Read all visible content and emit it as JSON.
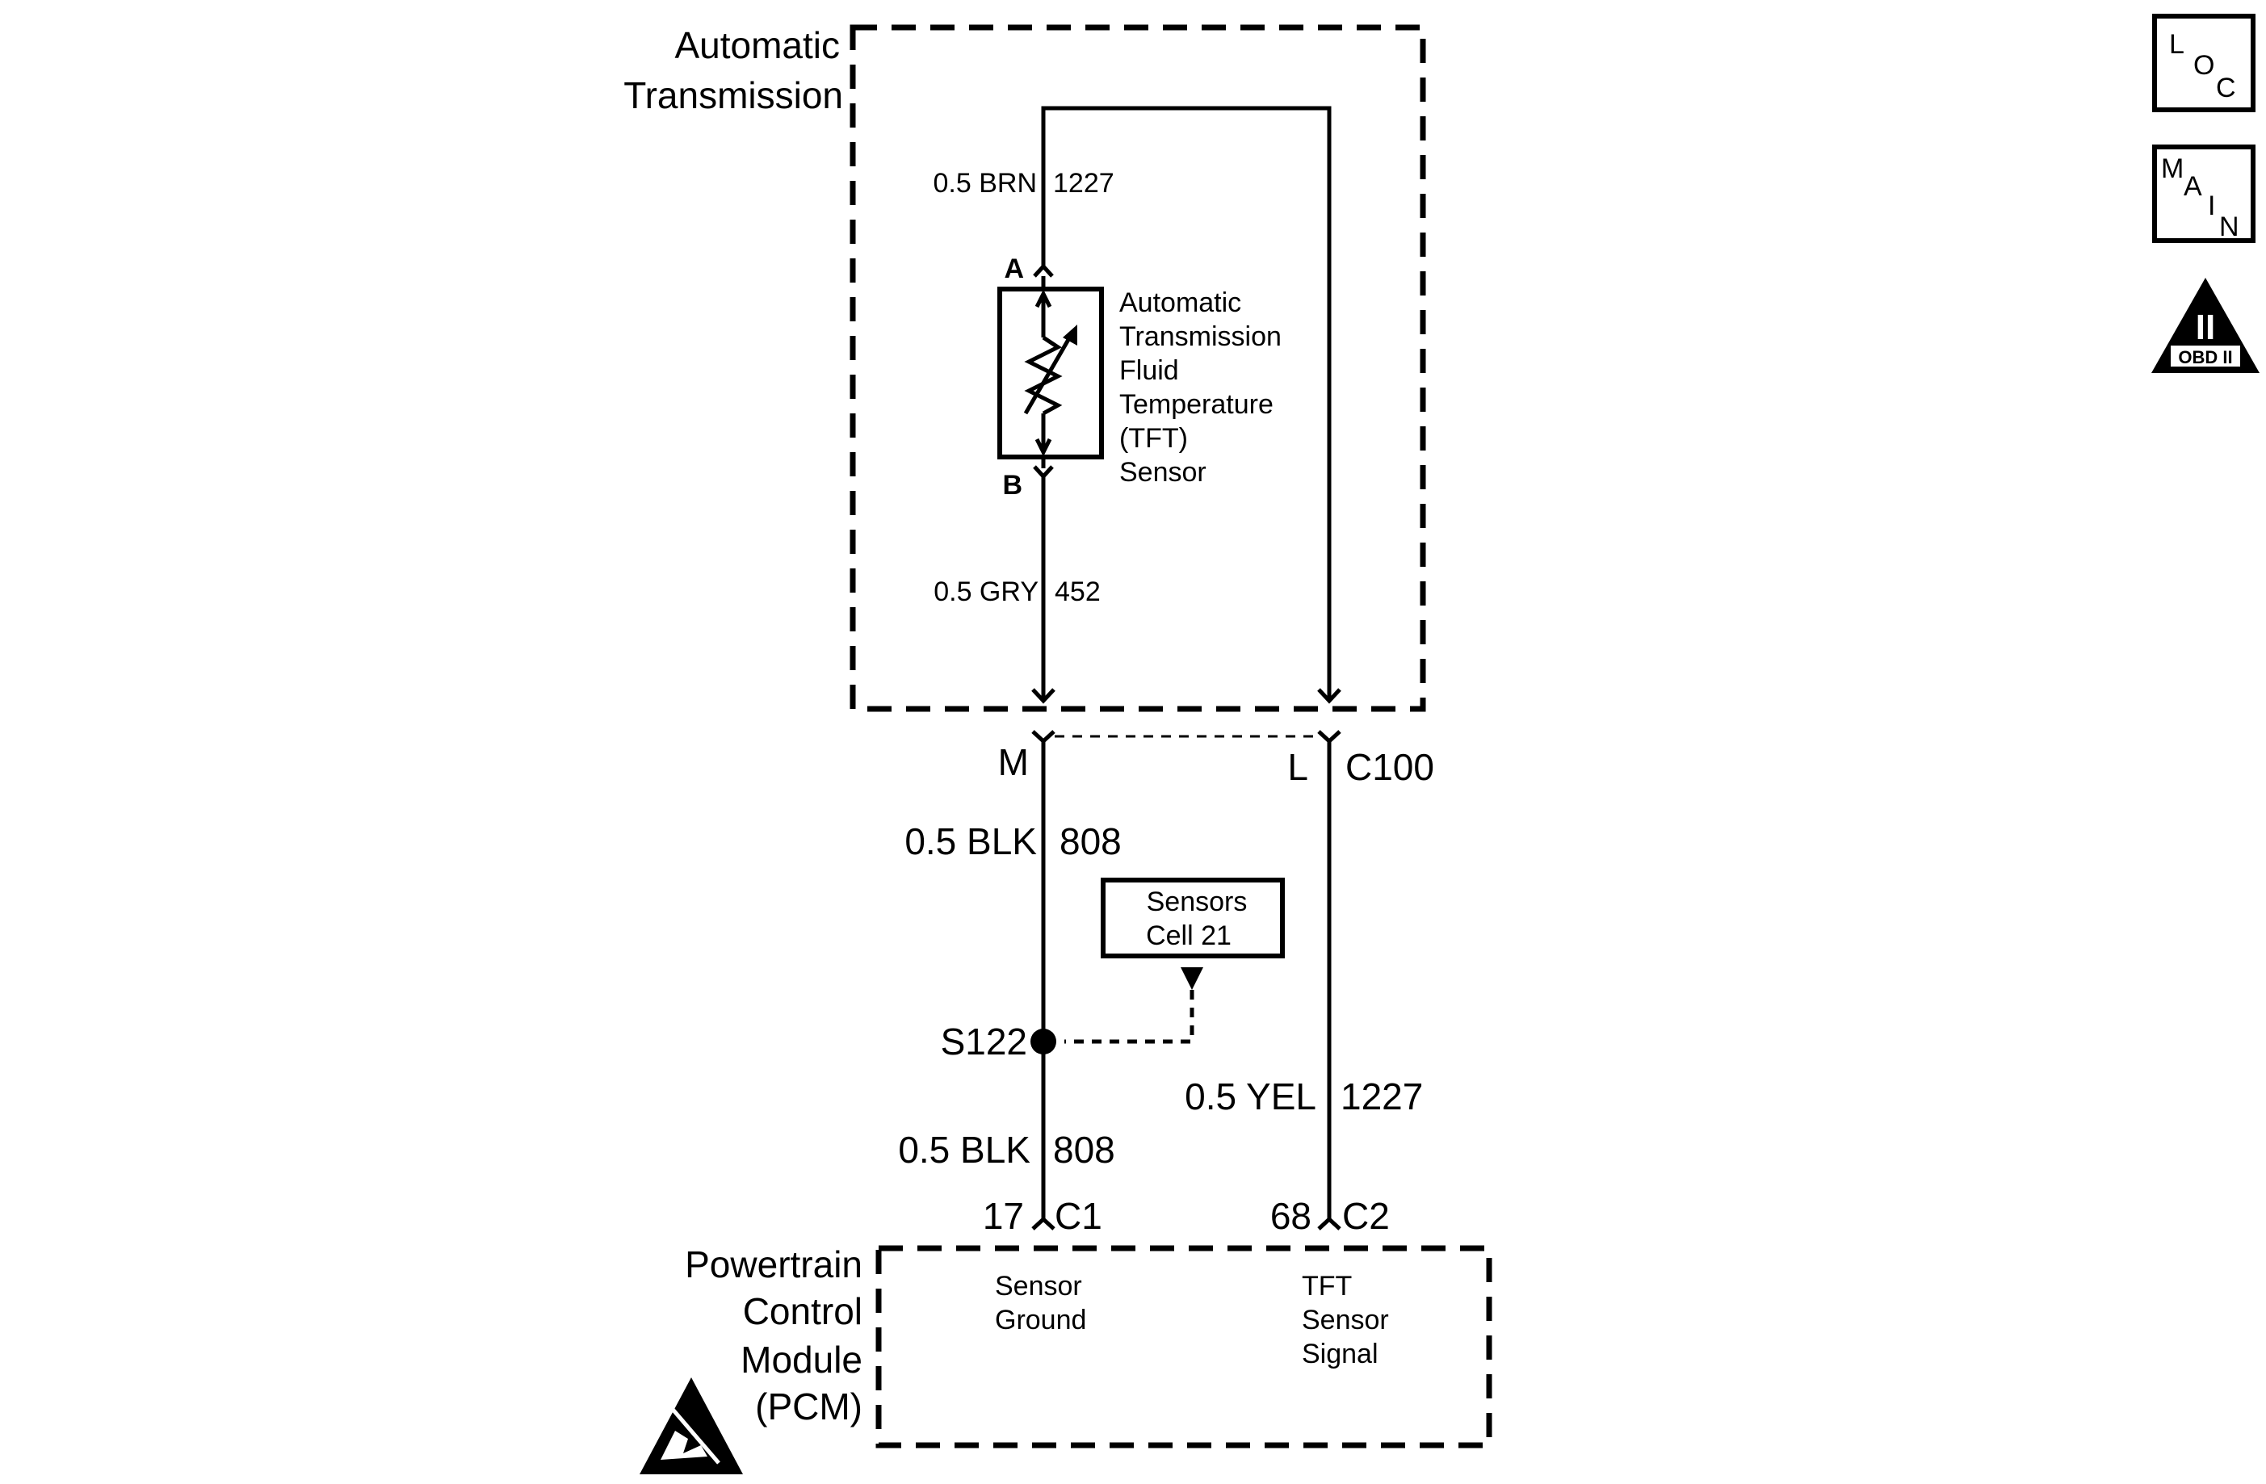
{
  "transmission_box": {
    "line1": "Automatic",
    "line2": "Transmission"
  },
  "wires": {
    "top": {
      "color_code": "0.5 BRN",
      "circuit": "1227"
    },
    "mid": {
      "color_code": "0.5 GRY",
      "circuit": "452"
    },
    "blk_upper": {
      "color_code": "0.5 BLK",
      "circuit": "808"
    },
    "blk_lower": {
      "color_code": "0.5 BLK",
      "circuit": "808"
    },
    "yel": {
      "color_code": "0.5 YEL",
      "circuit": "1227"
    }
  },
  "sensor": {
    "pin_a": "A",
    "pin_b": "B",
    "lines": [
      "Automatic",
      "Transmission",
      "Fluid",
      "Temperature",
      "(TFT)",
      "Sensor"
    ]
  },
  "connector_c100": {
    "pin_m": "M",
    "pin_l": "L",
    "name": "C100"
  },
  "reference_box": {
    "line1": "Sensors",
    "line2": "Cell 21"
  },
  "splice": {
    "name": "S122"
  },
  "pcm_connectors": {
    "left": {
      "pin": "17",
      "connector": "C1"
    },
    "right": {
      "pin": "68",
      "connector": "C2"
    }
  },
  "pcm": {
    "lines": [
      "Powertrain",
      "Control",
      "Module",
      "(PCM)"
    ],
    "sensor_ground": [
      "Sensor",
      "Ground"
    ],
    "tft_signal": [
      "TFT",
      "Sensor",
      "Signal"
    ]
  },
  "side_icons": {
    "loc": {
      "l": "L",
      "o": "O",
      "c": "C"
    },
    "main": {
      "m": "M",
      "a": "A",
      "i": "I",
      "n": "N"
    },
    "obd": {
      "numeral": "II",
      "label": "OBD II"
    }
  },
  "icons": [
    "esd-warning-icon",
    "resistor-icon",
    "variable-arrow-icon"
  ]
}
